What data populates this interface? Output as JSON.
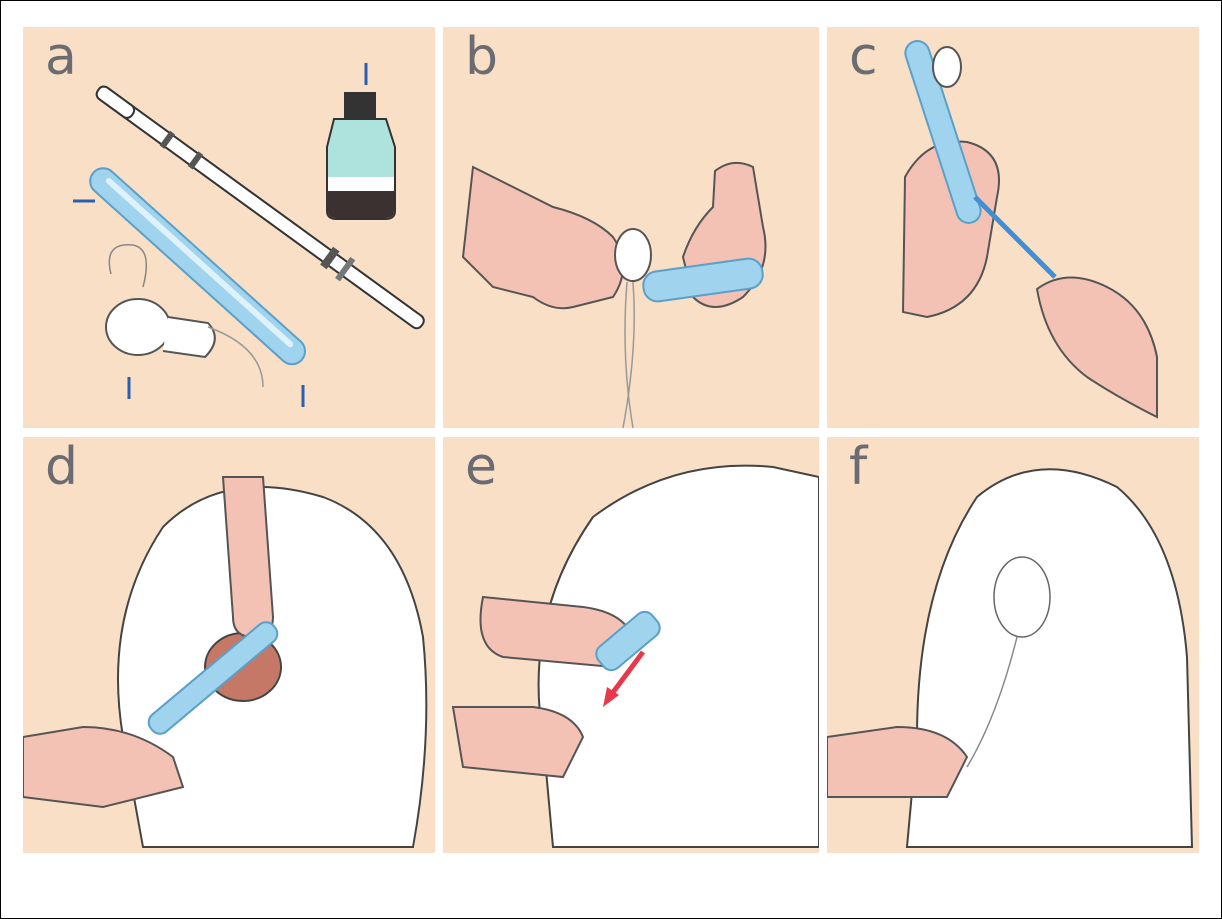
{
  "panels": [
    {
      "label": "a",
      "content": "equipment"
    },
    {
      "label": "b",
      "content": "tampon-insertion-into-tube"
    },
    {
      "label": "c",
      "content": "plunger-loading"
    },
    {
      "label": "d",
      "content": "applicator-insertion"
    },
    {
      "label": "e",
      "content": "tampon-push-out"
    },
    {
      "label": "f",
      "content": "string-remains"
    }
  ],
  "colors": {
    "panel_bg": "#f8dfc5",
    "skin": "#f4c2b5",
    "tube": "#9fd3ee",
    "arrow": "#e8384a",
    "marker": "#2d5fb0",
    "letter": "#6b6b72"
  }
}
